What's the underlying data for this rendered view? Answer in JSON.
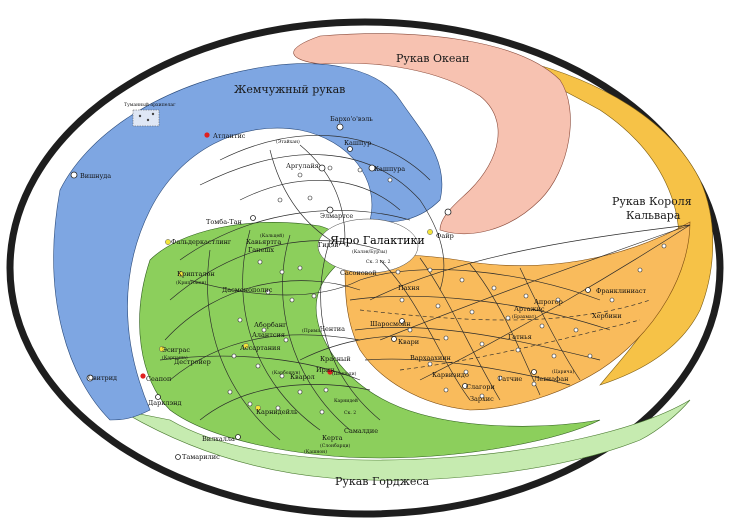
{
  "arms": {
    "ocean": "Рукав Океан",
    "pearl": "Жемчужный рукав",
    "kalvar_line1": "Рукав Короля",
    "kalvar_line2": "Кальвара",
    "gorges": "Рукав Горджеса"
  },
  "core": {
    "label": "Ядро Галактики",
    "sub_top": "(Калэн/Бурзы)",
    "sub_bottom": "Ск. 3 гх. 2"
  },
  "blue_systems": {
    "tumanny": "Туманный архипелаг",
    "atlantis": "Атлантис",
    "vishnuda": "Вишнуда",
    "barhova": "Бархо'о'вэль",
    "etaixan": "(Этайхан)",
    "kashpur": "Кашпур",
    "argulaya": "Аргулайя",
    "kashpura": "Кашпура",
    "elmartse": "Элмартсе"
  },
  "orange_systems": {
    "fayr": "Файр",
    "sasonova": "Сасоновой",
    "aprogor": "Апрогор",
    "frankliniast": "Франклиниаст",
    "artachis": "Артажис",
    "brahmat": "(Брахмат)",
    "herbini": "Хербини",
    "sharosmoyn": "Шаросмойн",
    "gatnya": "Гатнья",
    "kvari": "Квари",
    "varfakhiin": "Вархаахиин",
    "karvtsida": "Карвизидо",
    "leviafan": "Левиафан",
    "gatchie": "Гатчие",
    "slagori": "Слагори",
    "zarhis": "Зархис",
    "tsaricha": "(Царича)",
    "pakhnya": "Пахня"
  },
  "green_systems": {
    "tomba": "Томба-Тан",
    "fallkerkastling": "Фальдеркастлинг",
    "kavyartga": "Кавьяртга",
    "kalitsey": "(Кальцей)",
    "ganesha": "Ганешх",
    "gidgey": "Гидэй",
    "kriptalon": "Крипталон",
    "kriptonen": "(Криптонен)",
    "dasmonopolis": "Дасмонополис",
    "esigras": "Эсиграс",
    "karpasha": "(Карпаша)",
    "destroyer": "Дестройер",
    "seapop": "Сеапоп",
    "daroland": "Дарклэнд",
    "svitrid": "Свитрид",
    "asartania": "Ассартания",
    "aborbang": "Аборбанг",
    "alantsia": "Алантсия",
    "chenta": "Чентиа",
    "prima": "(Прима)",
    "karboshun": "(Карбошун)",
    "kvarol": "Кварол",
    "krasny": "Красный",
    "irin": "Ирин",
    "sheshodi": "(Шешоди)",
    "karnidi": "Карнидей",
    "karnidel": "Карнидейль",
    "vilkhallo": "Вилхалла",
    "samaldi": "Самалдие",
    "kerta": "Керта",
    "slonbartsi": "(Слонбарци)",
    "tamarini": "Тамарилис",
    "kashnon": "(Кашнон)",
    "sk2": "Ск. 2"
  },
  "colors": {
    "blue_arm": "#7ea6e2",
    "pink_arm": "#f7c2b1",
    "yellow_arm": "#f6c247",
    "orange_arm": "#f9bb5c",
    "green_arm": "#8ccf5c",
    "light_green_arm": "#c6ebb0",
    "core": "#ffffff",
    "frame": "#1e1e1e",
    "red_star": "#e02020",
    "yellow_star": "#f2e43a"
  }
}
